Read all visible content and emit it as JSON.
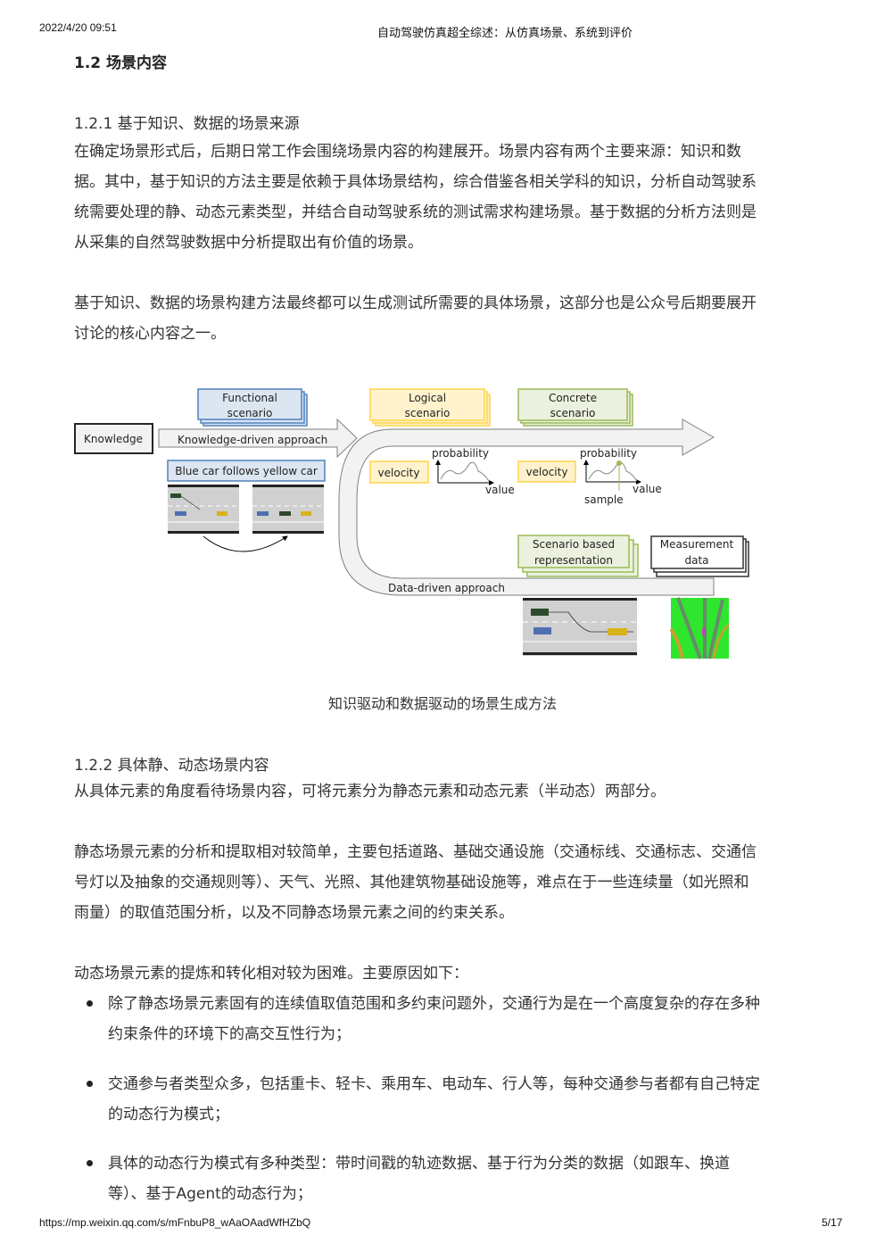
{
  "header": {
    "datetime": "2022/4/20 09:51",
    "title": "自动驾驶仿真超全综述：从仿真场景、系统到评价"
  },
  "section_title": "1.2 场景内容",
  "sub1": {
    "title": "1.2.1   基于知识、数据的场景来源",
    "para1": [
      "在确定场景形式后，后期日常工作会围绕场景内容的构建展开。场景内容有两个主要来源：知识和数",
      "据。其中，基于知识的方法主要是依赖于具体场景结构，综合借鉴各相关学科的知识，分析自动驾驶系",
      "统需要处理的静、动态元素类型，并结合自动驾驶系统的测试需求构建场景。基于数据的分析方法则是",
      "从采集的自然驾驶数据中分析提取出有价值的场景。"
    ],
    "para2": [
      "基于知识、数据的场景构建方法最终都可以生成测试所需要的具体场景，这部分也是公众号后期要展开",
      "讨论的核心内容之一。"
    ]
  },
  "figure": {
    "knowledge": "Knowledge",
    "functional": [
      "Functional",
      "scenario"
    ],
    "knowledge_arrow": "Knowledge-driven approach",
    "blue_car": "Blue car follows yellow car",
    "logical": [
      "Logical",
      "scenario"
    ],
    "concrete": [
      "Concrete",
      "scenario"
    ],
    "velocity1": "velocity",
    "velocity2": "velocity",
    "probability1": "probability",
    "probability2": "probability",
    "value1": "value",
    "value2": "value",
    "sample": "sample",
    "scenario_rep": [
      "Scenario based",
      "representation"
    ],
    "measurement": [
      "Measurement",
      "data"
    ],
    "data_arrow": "Data-driven approach",
    "caption": "知识驱动和数据驱动的场景生成方法",
    "colors": {
      "blue": "#4f81bd",
      "blue_fill": "#dce6f1",
      "yellow": "#ffd54a",
      "yellow_fill": "#fff2cc",
      "green": "#9bbb59",
      "green_fill": "#ebf1de"
    }
  },
  "sub2": {
    "title": "1.2.2   具体静、动态场景内容",
    "para1": [
      "从具体元素的角度看待场景内容，可将元素分为静态元素和动态元素（半动态）两部分。"
    ],
    "para2": [
      "静态场景元素的分析和提取相对较简单，主要包括道路、基础交通设施（交通标线、交通标志、交通信",
      "号灯以及抽象的交通规则等）、天气、光照、其他建筑物基础设施等，难点在于一些连续量（如光照和",
      "雨量）的取值范围分析，以及不同静态场景元素之间的约束关系。"
    ],
    "para3": [
      "动态场景元素的提炼和转化相对较为困难。主要原因如下："
    ],
    "bullets": [
      [
        "除了静态场景元素固有的连续值取值范围和多约束问题外，交通行为是在一个高度复杂的存在多种",
        "约束条件的环境下的高交互性行为；"
      ],
      [
        "交通参与者类型众多，包括重卡、轻卡、乘用车、电动车、行人等，每种交通参与者都有自己特定",
        "的动态行为模式；"
      ],
      [
        "具体的动态行为模式有多种类型：带时间戳的轨迹数据、基于行为分类的数据（如跟车、换道",
        "等）、基于Agent的动态行为；"
      ]
    ]
  },
  "footer": {
    "url": "https://mp.weixin.qq.com/s/mFnbuP8_wAaOAadWfHZbQ",
    "page": "5/17"
  }
}
